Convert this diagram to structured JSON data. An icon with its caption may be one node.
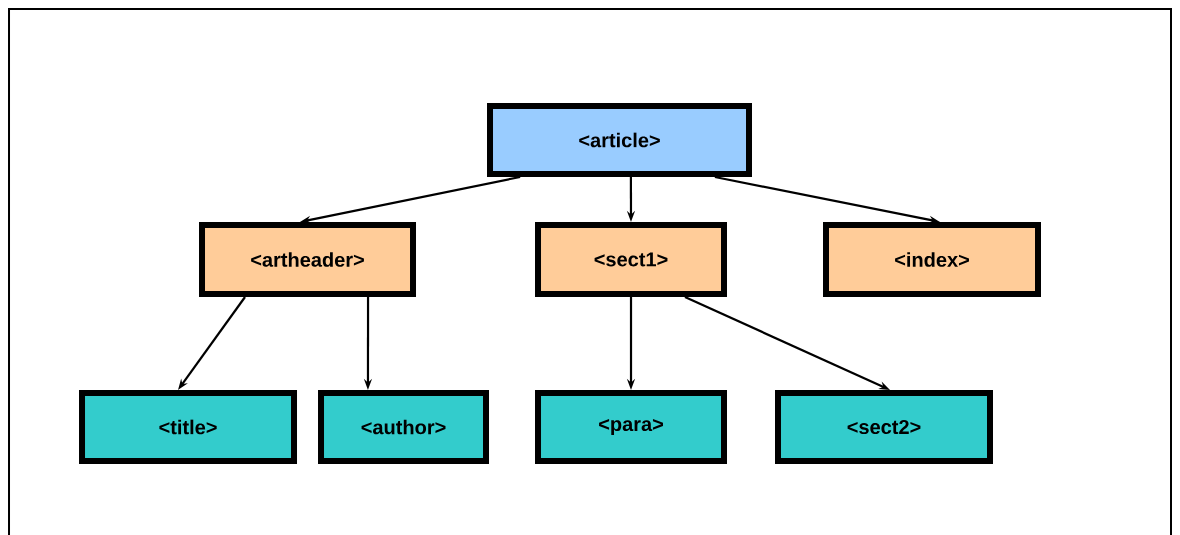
{
  "diagram": {
    "nodes": [
      {
        "text": [
          "<article>"
        ]
      },
      {
        "text": [
          "<artheader>"
        ]
      },
      {
        "text": [
          "<sect1>"
        ]
      },
      {
        "text": [
          "<index>"
        ]
      },
      {
        "text": [
          "<title>"
        ]
      },
      {
        "text": [
          "<author>"
        ]
      },
      {
        "text": [
          "<para>"
        ]
      },
      {
        "text": [
          "<sect2>"
        ]
      }
    ],
    "edges": [
      {
        "from": 0,
        "to": 1,
        "arrow": "to"
      },
      {
        "from": 0,
        "to": 2,
        "arrow": "to"
      },
      {
        "from": 0,
        "to": 3,
        "arrow": "to"
      },
      {
        "from": 1,
        "to": 4,
        "arrow": "to"
      },
      {
        "from": 1,
        "to": 5,
        "arrow": "to"
      },
      {
        "from": 2,
        "to": 6,
        "arrow": "to"
      },
      {
        "from": 2,
        "to": 7,
        "arrow": "to"
      }
    ]
  }
}
